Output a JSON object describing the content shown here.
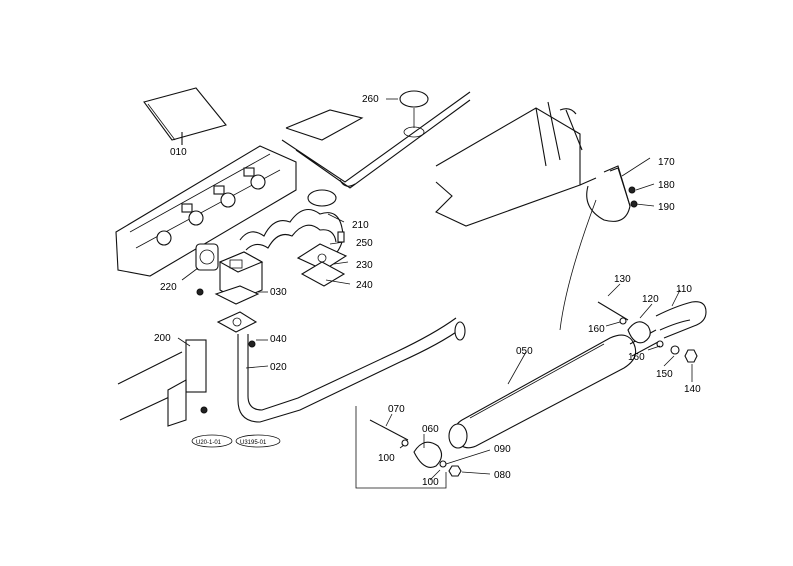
{
  "diagram": {
    "callouts": [
      {
        "id": "010",
        "label": "010"
      },
      {
        "id": "020",
        "label": "020"
      },
      {
        "id": "030",
        "label": "030"
      },
      {
        "id": "040",
        "label": "040"
      },
      {
        "id": "050",
        "label": "050"
      },
      {
        "id": "060",
        "label": "060"
      },
      {
        "id": "070",
        "label": "070"
      },
      {
        "id": "080",
        "label": "080"
      },
      {
        "id": "090",
        "label": "090"
      },
      {
        "id": "100a",
        "label": "100"
      },
      {
        "id": "100b",
        "label": "100"
      },
      {
        "id": "110",
        "label": "110"
      },
      {
        "id": "120",
        "label": "120"
      },
      {
        "id": "130",
        "label": "130"
      },
      {
        "id": "140",
        "label": "140"
      },
      {
        "id": "150",
        "label": "150"
      },
      {
        "id": "160a",
        "label": "160"
      },
      {
        "id": "160b",
        "label": "160"
      },
      {
        "id": "170",
        "label": "170"
      },
      {
        "id": "180",
        "label": "180"
      },
      {
        "id": "190",
        "label": "190"
      },
      {
        "id": "200",
        "label": "200"
      },
      {
        "id": "210",
        "label": "210"
      },
      {
        "id": "220",
        "label": "220"
      },
      {
        "id": "230",
        "label": "230"
      },
      {
        "id": "240",
        "label": "240"
      },
      {
        "id": "250",
        "label": "250"
      },
      {
        "id": "260",
        "label": "260"
      }
    ],
    "stamps": [
      "U20-1-01",
      "U3195-01"
    ]
  }
}
